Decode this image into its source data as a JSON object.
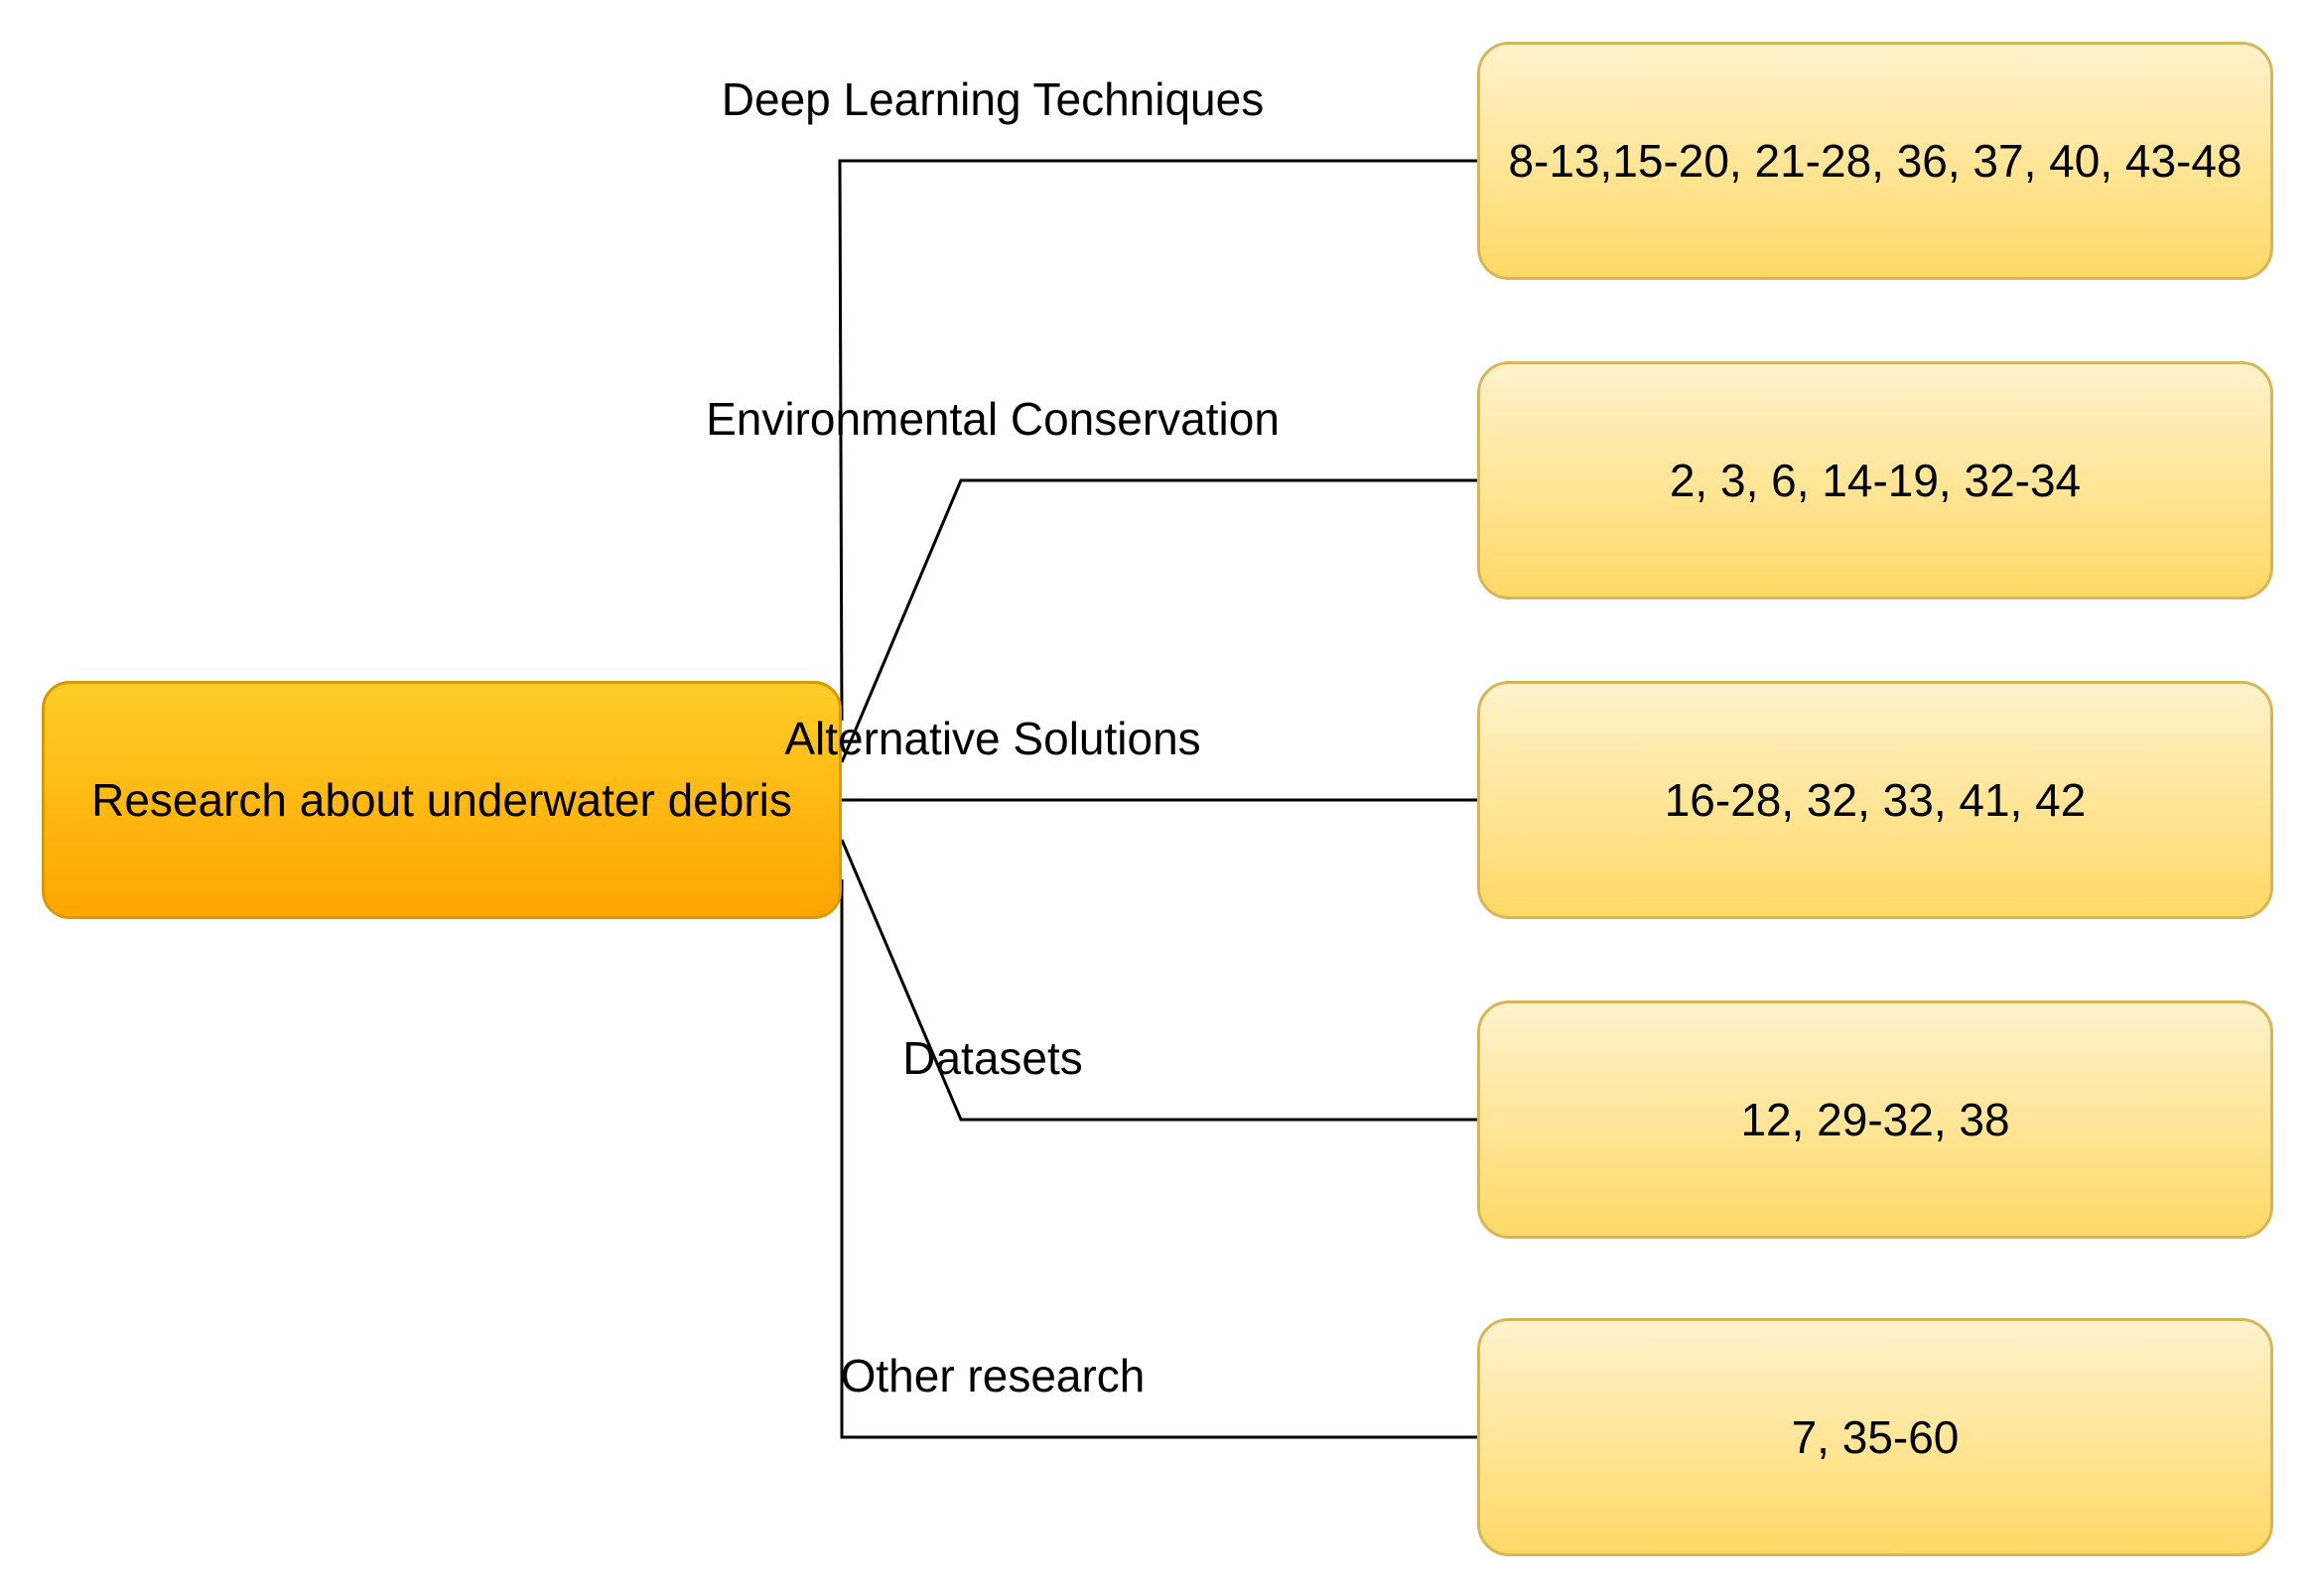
{
  "root": {
    "label": "Research about underwater debris"
  },
  "branches": [
    {
      "edge_label": "Deep Learning Techniques",
      "node_text": "8-13,15-20, 21-28, 36, 37, 40, 43-48"
    },
    {
      "edge_label": "Environmental Conservation",
      "node_text": "2, 3, 6, 14-19, 32-34"
    },
    {
      "edge_label": "Alternative Solutions",
      "node_text": "16-28, 32, 33, 41, 42"
    },
    {
      "edge_label": "Datasets",
      "node_text": "12, 29-32, 38"
    },
    {
      "edge_label": "Other research",
      "node_text": "7, 35-60"
    }
  ],
  "colors": {
    "root_fill_top": "#ffcd28",
    "root_fill_bottom": "#ffa500",
    "root_stroke": "#d79b00",
    "leaf_fill_top": "#fff2cc",
    "leaf_fill_bottom": "#ffd966",
    "leaf_stroke": "#d6b656",
    "connector": "#000000"
  }
}
